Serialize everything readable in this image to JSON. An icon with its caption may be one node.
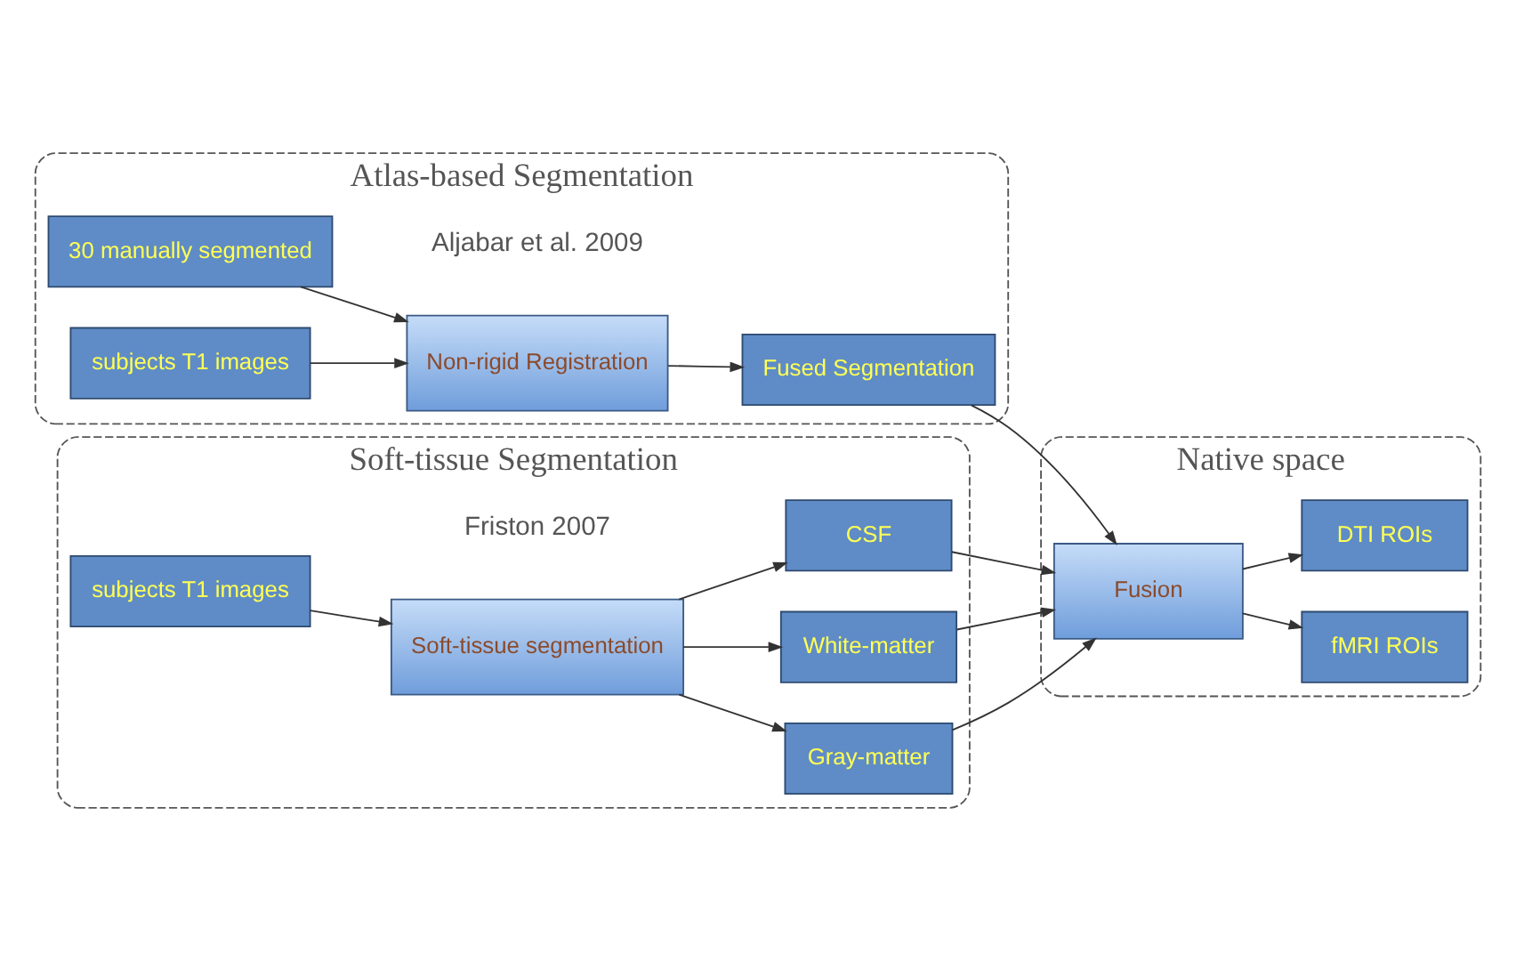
{
  "diagram": {
    "nodes": [
      {
        "text": [
          "Atlas-based Segmentation"
        ],
        "beside": [
          "Aljabar et al. 2009"
        ]
      },
      {
        "text": [
          "30 manually segmented"
        ],
        "in": 0
      },
      {
        "text": [
          "subjects T1 images"
        ],
        "in": 0
      },
      {
        "text": [
          "Non-rigid Registration"
        ],
        "in": 0
      },
      {
        "text": [
          "Fused Segmentation"
        ],
        "in": 0
      },
      {
        "text": [
          "Soft-tissue Segmentation"
        ],
        "beside": [
          "Friston 2007"
        ]
      },
      {
        "text": [
          "subjects T1 images"
        ],
        "in": 5
      },
      {
        "text": [
          "Soft-tissue segmentation"
        ],
        "in": 5
      },
      {
        "text": [
          "Gray-matter"
        ],
        "in": 5
      },
      {
        "text": [
          "White-matter"
        ],
        "in": 5
      },
      {
        "text": [
          "CSF"
        ],
        "in": 5
      },
      {
        "text": [
          "Native space"
        ]
      },
      {
        "text": [
          "Fusion"
        ],
        "in": 11
      },
      {
        "text": [
          "fMRI ROIs"
        ],
        "in": 11
      },
      {
        "text": [
          "DTI ROIs"
        ],
        "in": 11
      }
    ],
    "edges": [
      {
        "from": 1,
        "to": 3,
        "arrow": "to"
      },
      {
        "from": 2,
        "to": 3,
        "arrow": "to"
      },
      {
        "from": 3,
        "to": 4,
        "arrow": "to"
      },
      {
        "from": 4,
        "to": 12,
        "arrow": "to"
      },
      {
        "from": 6,
        "to": 7,
        "arrow": "to"
      },
      {
        "from": 7,
        "to": 8,
        "arrow": "to"
      },
      {
        "from": 7,
        "to": 9,
        "arrow": "to"
      },
      {
        "from": 7,
        "to": 10,
        "arrow": "to"
      },
      {
        "from": 8,
        "to": 12,
        "arrow": "to"
      },
      {
        "from": 9,
        "to": 12,
        "arrow": "to"
      },
      {
        "from": 10,
        "to": 12,
        "arrow": "to"
      },
      {
        "from": 12,
        "to": 13,
        "arrow": "to"
      },
      {
        "from": 12,
        "to": 14,
        "arrow": "to"
      }
    ]
  }
}
